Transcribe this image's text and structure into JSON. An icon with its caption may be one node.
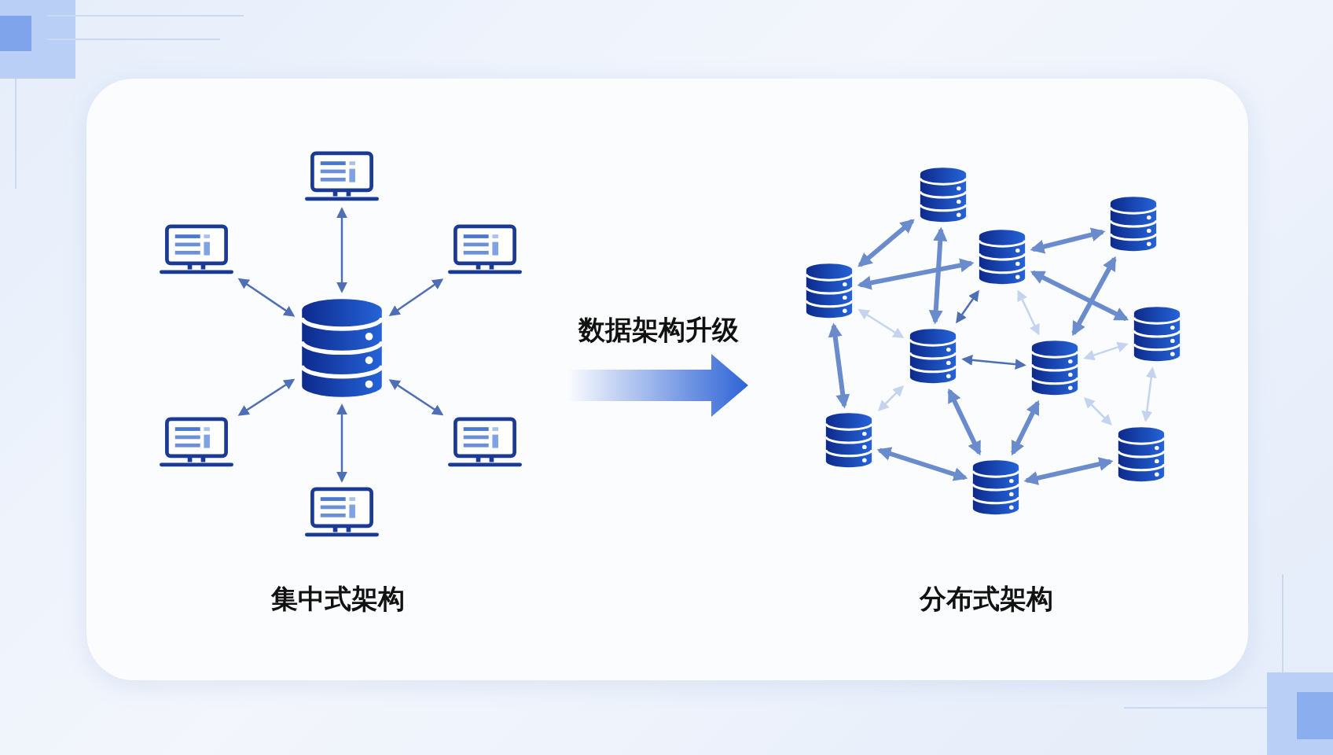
{
  "diagram": {
    "nodes": [
      {
        "text": [],
        "shape": "cylinder"
      },
      {
        "text": [],
        "shape": "picture"
      },
      {
        "text": [],
        "shape": "picture"
      },
      {
        "text": [],
        "shape": "picture"
      },
      {
        "text": [],
        "shape": "picture"
      },
      {
        "text": [],
        "shape": "picture"
      },
      {
        "text": [],
        "shape": "picture"
      },
      {
        "text": [],
        "shape": "cylinder"
      },
      {
        "text": [],
        "shape": "cylinder"
      },
      {
        "text": [],
        "shape": "cylinder"
      },
      {
        "text": [],
        "shape": "cylinder"
      },
      {
        "text": [],
        "shape": "cylinder"
      },
      {
        "text": [],
        "shape": "cylinder"
      },
      {
        "text": [],
        "shape": "cylinder"
      },
      {
        "text": [],
        "shape": "cylinder"
      },
      {
        "text": [],
        "shape": "cylinder"
      },
      {
        "text": [],
        "shape": "cylinder"
      }
    ],
    "edges": [
      {
        "from": 0,
        "to": 1,
        "arrow": "both"
      },
      {
        "from": 0,
        "to": 2,
        "arrow": "both"
      },
      {
        "from": 0,
        "to": 3,
        "arrow": "both"
      },
      {
        "from": 0,
        "to": 4,
        "arrow": "both"
      },
      {
        "from": 0,
        "to": 5,
        "arrow": "both"
      },
      {
        "from": 0,
        "to": 6,
        "arrow": "both"
      },
      {
        "from": 7,
        "to": 10,
        "arrow": "both",
        "style": "thick"
      },
      {
        "from": 7,
        "to": 12,
        "arrow": "both",
        "style": "thick"
      },
      {
        "from": 10,
        "to": 9,
        "arrow": "both",
        "style": "thick"
      },
      {
        "from": 9,
        "to": 8,
        "arrow": "both",
        "style": "thick"
      },
      {
        "from": 9,
        "to": 11,
        "arrow": "both",
        "style": "thick"
      },
      {
        "from": 8,
        "to": 13,
        "arrow": "both",
        "style": "thick"
      },
      {
        "from": 10,
        "to": 14,
        "arrow": "both",
        "style": "thick"
      },
      {
        "from": 12,
        "to": 16,
        "arrow": "both",
        "style": "thick"
      },
      {
        "from": 13,
        "to": 16,
        "arrow": "both",
        "style": "thick"
      },
      {
        "from": 14,
        "to": 16,
        "arrow": "both",
        "style": "thick"
      },
      {
        "from": 16,
        "to": 15,
        "arrow": "both",
        "style": "thick"
      },
      {
        "from": 12,
        "to": 13,
        "arrow": "both"
      },
      {
        "from": 9,
        "to": 12,
        "arrow": "both"
      },
      {
        "from": 10,
        "to": 12,
        "arrow": "both",
        "color": "#c5d3ee"
      },
      {
        "from": 9,
        "to": 13,
        "arrow": "both",
        "color": "#c5d3ee"
      },
      {
        "from": 13,
        "to": 11,
        "arrow": "both",
        "color": "#c5d3ee"
      },
      {
        "from": 12,
        "to": 14,
        "arrow": "both",
        "color": "#c5d3ee"
      },
      {
        "from": 13,
        "to": 15,
        "arrow": "both",
        "color": "#c5d3ee"
      },
      {
        "from": 11,
        "to": 15,
        "arrow": "both",
        "color": "#c5d3ee"
      }
    ],
    "labels": [
      "数据架构升级",
      "集中式架构",
      "分布式架构"
    ]
  }
}
